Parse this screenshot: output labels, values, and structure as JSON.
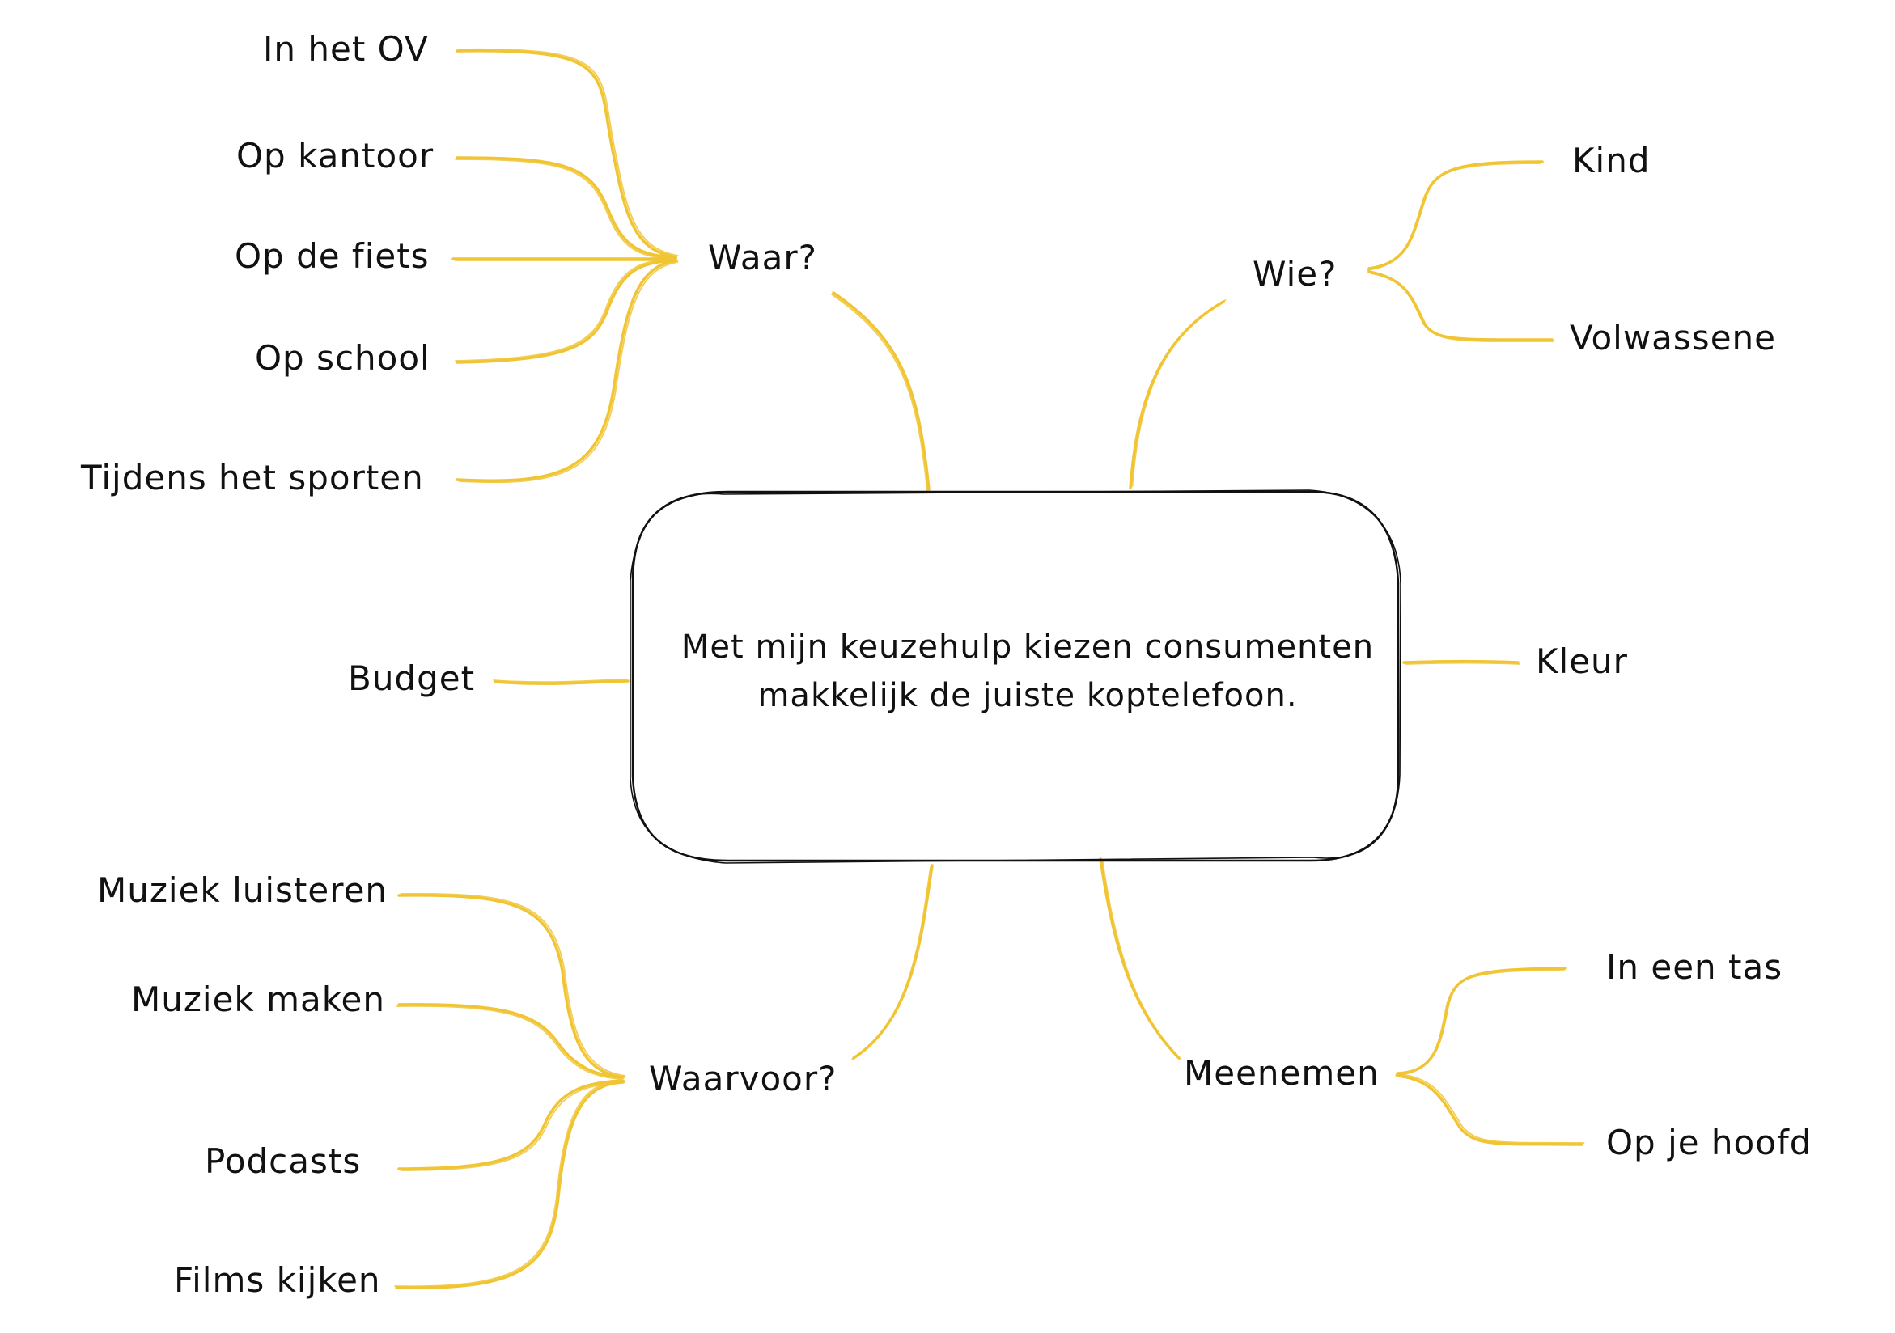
{
  "colors": {
    "branch": "#f0c433",
    "stroke": "#111111",
    "background": "#ffffff"
  },
  "center": {
    "line1": "Met mijn keuzehulp kiezen consumenten",
    "line2": "makkelijk de juiste koptelefoon."
  },
  "topics": {
    "waar": "Waar?",
    "wie": "Wie?",
    "budget": "Budget",
    "kleur": "Kleur",
    "waarvoor": "Waarvoor?",
    "meenemen": "Meenemen"
  },
  "waar_items": [
    "In het OV",
    "Op kantoor",
    "Op de fiets",
    "Op school",
    "Tijdens het sporten"
  ],
  "wie_items": [
    "Kind",
    "Volwassene"
  ],
  "waarvoor_items": [
    "Muziek luisteren",
    "Muziek maken",
    "Podcasts",
    "Films kijken"
  ],
  "meenemen_items": [
    "In een tas",
    "Op je hoofd"
  ]
}
